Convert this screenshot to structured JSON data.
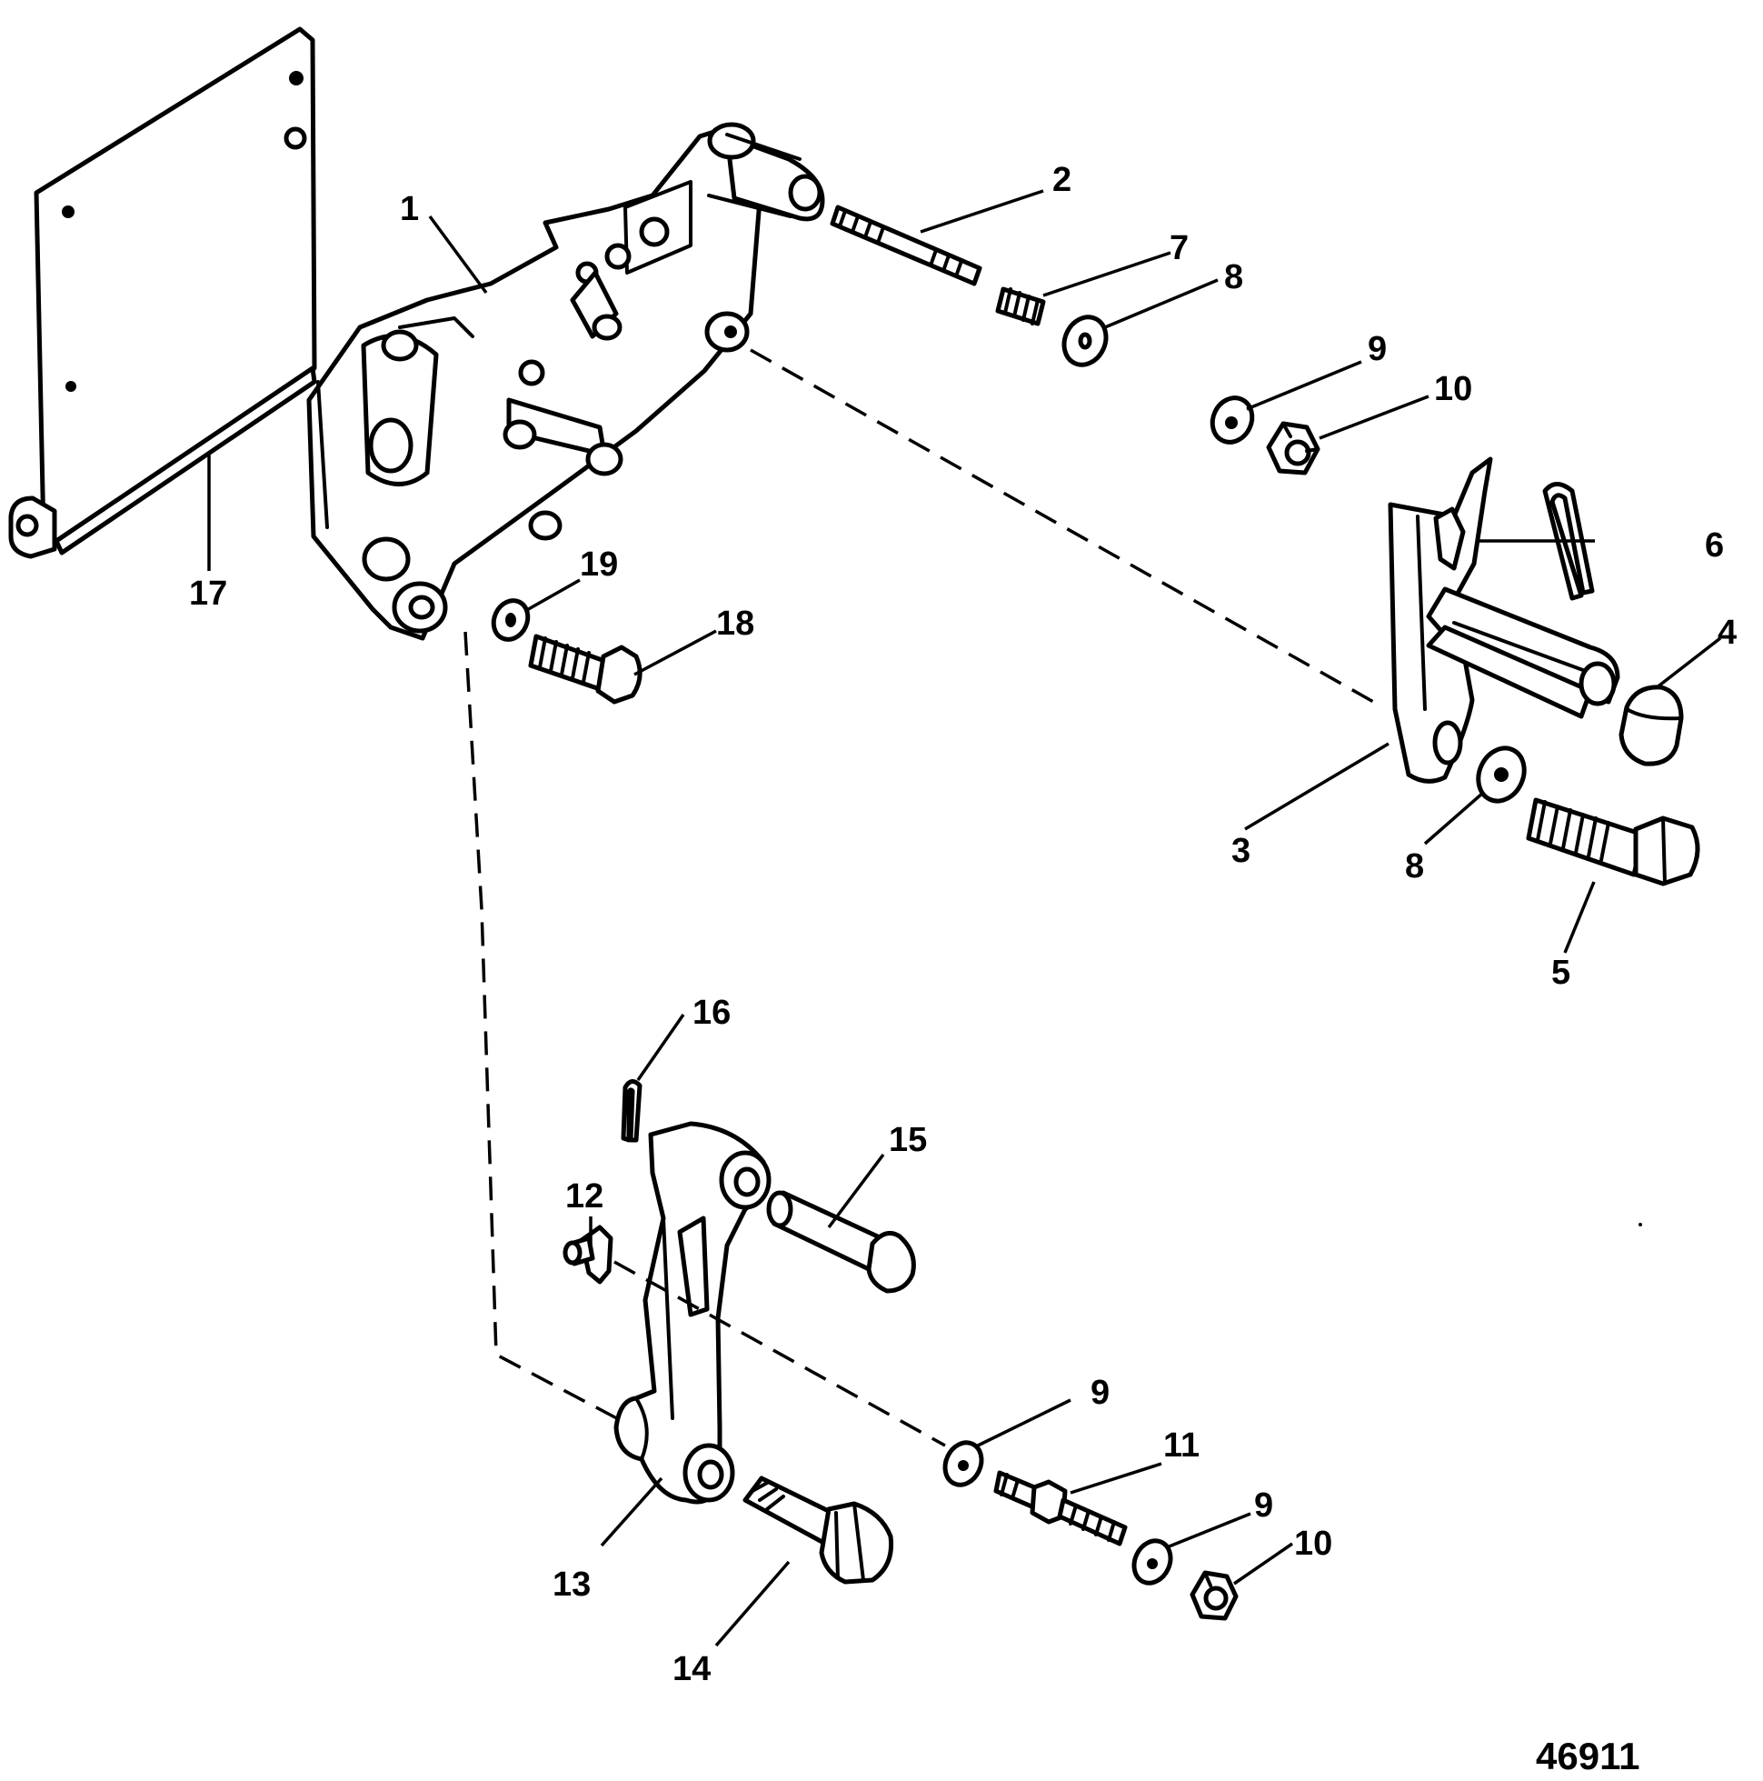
{
  "figure_number": "46911",
  "callouts": {
    "c1": "1",
    "c2": "2",
    "c3": "3",
    "c4": "4",
    "c5": "5",
    "c6": "6",
    "c7": "7",
    "c8a": "8",
    "c8b": "8",
    "c9a": "9",
    "c9b": "9",
    "c9c": "9",
    "c10a": "10",
    "c10b": "10",
    "c11": "11",
    "c12": "12",
    "c13": "13",
    "c14": "14",
    "c15": "15",
    "c16": "16",
    "c17": "17",
    "c18": "18",
    "c19": "19"
  },
  "colors": {
    "ink": "#000000",
    "paper": "#ffffff"
  }
}
